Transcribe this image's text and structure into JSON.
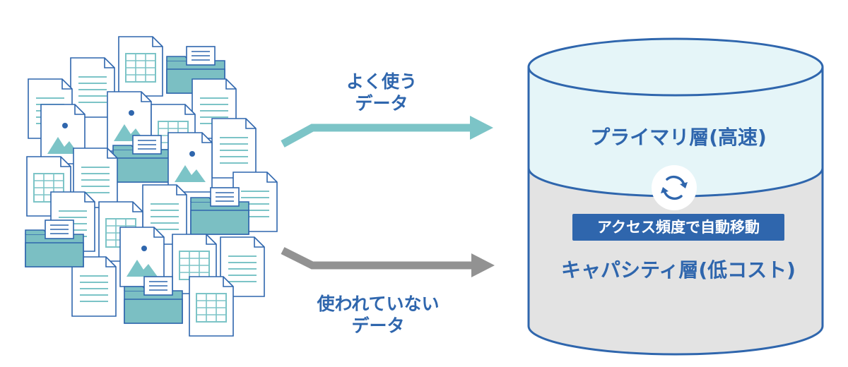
{
  "labels": {
    "hot_data": [
      "よく使う",
      "データ"
    ],
    "cold_data": [
      "使われていない",
      "データ"
    ],
    "primary_tier": "プライマリ層(高速)",
    "capacity_tier": "キャパシティ層(低コスト)",
    "auto_move": "アクセス頻度で自動移動"
  },
  "colors": {
    "brand_blue": "#2f66ad",
    "teal": "#7cc4c7",
    "gray_arrow": "#929292",
    "primary_fill": "#e5f5f8",
    "capacity_fill": "#e3e3e3",
    "folder_fill": "#7bbfc3"
  },
  "icons": [
    "document-icon",
    "spreadsheet-icon",
    "image-file-icon",
    "folder-icon",
    "refresh-cycle-icon",
    "arrow-right-icon"
  ]
}
